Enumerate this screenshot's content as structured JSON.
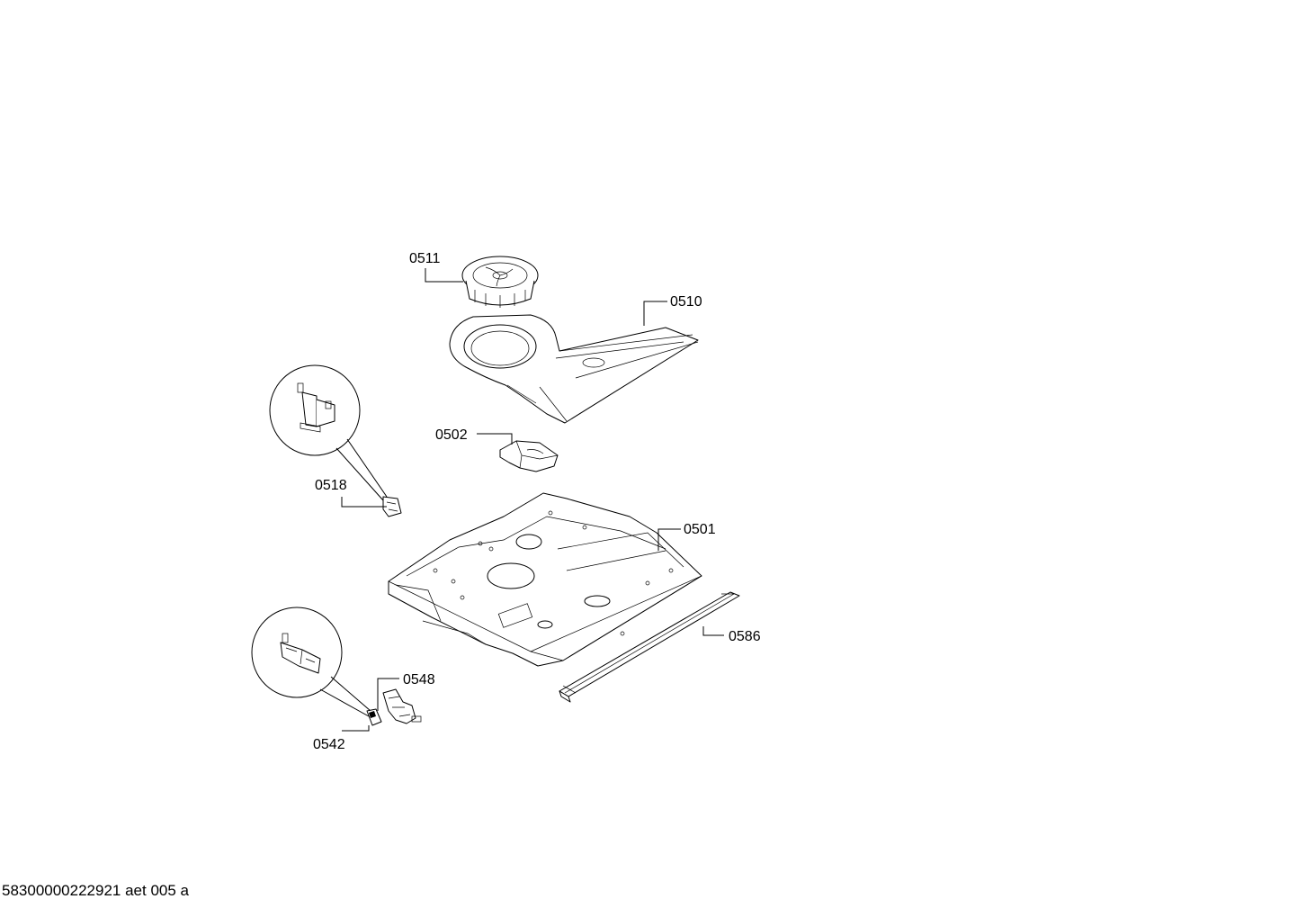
{
  "diagram": {
    "labels": {
      "p0511": "0511",
      "p0510": "0510",
      "p0502": "0502",
      "p0518": "0518",
      "p0501": "0501",
      "p0586": "0586",
      "p0548": "0548",
      "p0542": "0542"
    }
  },
  "footer": {
    "code": "58300000222921 aet 005 a"
  }
}
